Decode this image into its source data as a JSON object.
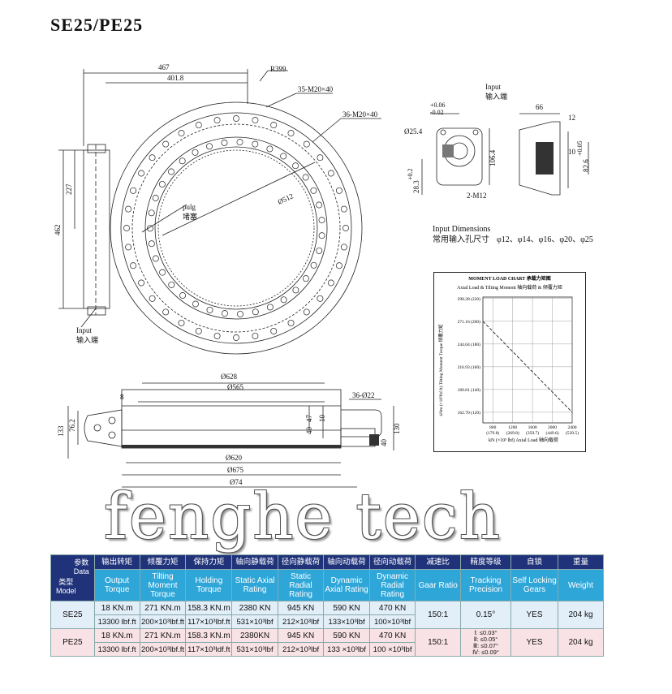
{
  "title": "SE25/PE25",
  "drawing": {
    "dims": {
      "d467": "467",
      "d401": "401.8",
      "r399": "R399",
      "bolt_top": "35-M20×40",
      "bolt_right": "36-M20×40",
      "d227": "227",
      "d462": "462",
      "phi512": "Ø512",
      "pulg_en": "pulg",
      "pulg_cn": "堵塞",
      "input_en": "Input",
      "input_cn": "输入端",
      "phi628": "Ø628",
      "phi565": "Ø565",
      "d8": "8",
      "h133": "133",
      "h76": "76.2",
      "h47": "47",
      "h40": "40",
      "h10": "10",
      "holes36": "36-Ø22",
      "h130": "130",
      "h40b": "40",
      "phi620": "Ø620",
      "phi675": "Ø675",
      "phi74": "Ø74"
    },
    "detail": {
      "tol1": "+0.06",
      "tol2": "-0.02",
      "phi25": "Ø25.4",
      "d28": "28.3",
      "d28tol": "+0.2",
      "m12": "2-M12",
      "d106": "106.4",
      "d66": "66",
      "d12": "12",
      "d10": "10",
      "d82": "82.6",
      "d82tol": "+0.05",
      "input_en": "Input",
      "input_cn": "输入端"
    },
    "input_dims": {
      "en": "Input Dimensions",
      "cn": "常用输入孔尺寸",
      "values": "φ12、φ14、φ16、φ20、φ25"
    }
  },
  "chart_data": {
    "type": "line",
    "title": "MOMENT LOAD CHART 承载力矩图",
    "subtitle": "Axial Load & Tilting Moment 轴向载荷 & 倾覆力矩",
    "ylabel": "kNm (×10³lbf.ft) Tilting Moment Torque 倾覆力矩",
    "xlabel": "kN (×10³ lbf) Axial Load 轴向载荷",
    "y_ticks": [
      "298.28 (220)",
      "271.16 (200)",
      "244.04 (180)",
      "216.93 (160)",
      "189.81 (140)",
      "162.70 (120)"
    ],
    "x_ticks": [
      "800 (179.8)",
      "1200 (269.8)",
      "1600 (359.7)",
      "2000 (449.6)",
      "2400 (539.5)"
    ],
    "x": [
      600,
      2400
    ],
    "y": [
      271.16,
      162.7
    ],
    "xlim": [
      600,
      2400
    ],
    "ylim": [
      150,
      300
    ],
    "grid": true
  },
  "watermark": "fenghe tech",
  "table": {
    "corner_top_cn": "参数",
    "corner_top_en": "Data",
    "corner_bot_cn": "类型",
    "corner_bot_en": "Model",
    "headers_cn": [
      "输出转矩",
      "倾覆力矩",
      "保持力矩",
      "轴向静载荷",
      "径向静载荷",
      "轴向动载荷",
      "径向动载荷",
      "减速比",
      "精度等级",
      "自锁",
      "重量"
    ],
    "headers_en": [
      "Output Torque",
      "Tilting Moment Torque",
      "Holding Torque",
      "Static Axial Rating",
      "Static Radial Rating",
      "Dynamic Axial Rating",
      "Dynamic Radial Rating",
      "Gaar Ratio",
      "Tracking Precision",
      "Self Locking Gears",
      "Weight"
    ],
    "se25": {
      "model": "SE25",
      "row1": [
        "18 KN.m",
        "271 KN.m",
        "158.3 KN.m",
        "2380 KN",
        "945 KN",
        "590 KN",
        "470 KN"
      ],
      "row2": [
        "13300 lbf.ft",
        "200×10³lbf.ft",
        "117×10³lbf.ft",
        "531×10³lbf",
        "212×10³lbf",
        "133×10³lbf",
        "100×10³lbf"
      ],
      "ratio": "150:1",
      "precision": "0.15°",
      "locking": "YES",
      "weight": "204 kg"
    },
    "pe25": {
      "model": "PE25",
      "row1": [
        "18 KN.m",
        "271 KN.m",
        "158.3 KN.m",
        "2380KN",
        "945 KN",
        "590 KN",
        "470 KN"
      ],
      "row2": [
        "13300 lbf.ft",
        "200×10³lbf.ft",
        "117×10³ldf.ft",
        "531×10³lbf",
        "212×10³lbf",
        "133 ×10³lbf",
        "100 ×10³lbf"
      ],
      "ratio": "150:1",
      "precision": [
        "Ⅰ: ≤0.03°",
        "Ⅱ: ≤0.05°",
        "Ⅲ: ≤0.07°",
        "Ⅳ: ≤0.09°"
      ],
      "locking": "YES",
      "weight": "204 kg"
    }
  }
}
